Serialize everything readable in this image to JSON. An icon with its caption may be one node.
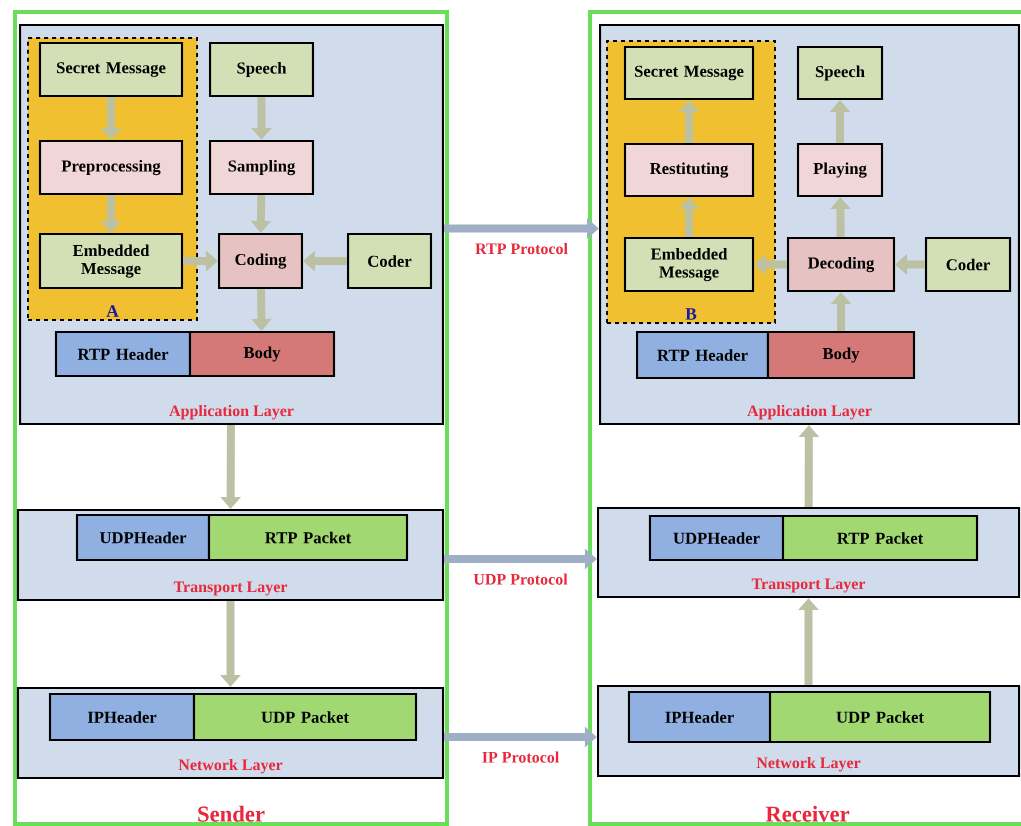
{
  "diagram": {
    "nodes": [
      {
        "text": [
          "Sender"
        ]
      },
      {
        "text": [
          "Application Layer"
        ],
        "in": 0
      },
      {
        "text": [
          "A"
        ],
        "in": 1
      },
      {
        "text": [
          "Secret Message"
        ],
        "in": 2
      },
      {
        "text": [
          "Preprocessing"
        ],
        "in": 2
      },
      {
        "text": [
          "Embedded Message"
        ],
        "in": 2
      },
      {
        "text": [
          "Speech"
        ],
        "in": 1
      },
      {
        "text": [
          "Sampling"
        ],
        "in": 1
      },
      {
        "text": [
          "Coding"
        ],
        "in": 1
      },
      {
        "text": [
          "Coder"
        ],
        "in": 1
      },
      {
        "text": [
          "RTP Header"
        ],
        "in": 1
      },
      {
        "text": [
          "Body"
        ],
        "in": 1
      },
      {
        "text": [
          "Transport Layer"
        ],
        "in": 0
      },
      {
        "text": [
          "UDPHeader"
        ],
        "in": 12
      },
      {
        "text": [
          "RTP Packet"
        ],
        "in": 12
      },
      {
        "text": [
          "Network Layer"
        ],
        "in": 0
      },
      {
        "text": [
          "IPHeader"
        ],
        "in": 15
      },
      {
        "text": [
          "UDP Packet"
        ],
        "in": 15
      },
      {
        "text": [
          "Receiver"
        ]
      },
      {
        "text": [
          "Application Layer"
        ],
        "in": 18
      },
      {
        "text": [
          "B"
        ],
        "in": 19
      },
      {
        "text": [
          "Secret Message"
        ],
        "in": 20
      },
      {
        "text": [
          "Restituting"
        ],
        "in": 20
      },
      {
        "text": [
          "Embedded Message"
        ],
        "in": 20
      },
      {
        "text": [
          "Speech"
        ],
        "in": 19
      },
      {
        "text": [
          "Playing"
        ],
        "in": 19
      },
      {
        "text": [
          "Decoding"
        ],
        "in": 19
      },
      {
        "text": [
          "Coder"
        ],
        "in": 19
      },
      {
        "text": [
          "RTP Header"
        ],
        "in": 19
      },
      {
        "text": [
          "Body"
        ],
        "in": 19
      },
      {
        "text": [
          "Transport Layer"
        ],
        "in": 18
      },
      {
        "text": [
          "UDPHeader"
        ],
        "in": 30
      },
      {
        "text": [
          "RTP Packet"
        ],
        "in": 30
      },
      {
        "text": [
          "Network Layer"
        ],
        "in": 18
      },
      {
        "text": [
          "IPHeader"
        ],
        "in": 33
      },
      {
        "text": [
          "UDP Packet"
        ],
        "in": 33
      }
    ],
    "edges": [
      {
        "from": 3,
        "to": 4,
        "arrow": "to"
      },
      {
        "from": 4,
        "to": 5,
        "arrow": "to"
      },
      {
        "from": 5,
        "to": 8,
        "arrow": "to"
      },
      {
        "from": 6,
        "to": 7,
        "arrow": "to"
      },
      {
        "from": 7,
        "to": 8,
        "arrow": "to"
      },
      {
        "from": 9,
        "to": 8,
        "arrow": "to"
      },
      {
        "from": 8,
        "to": 11,
        "arrow": "to"
      },
      {
        "from": 1,
        "to": 12,
        "arrow": "to"
      },
      {
        "from": 12,
        "to": 15,
        "arrow": "to"
      },
      {
        "from": 23,
        "to": 22,
        "arrow": "to"
      },
      {
        "from": 22,
        "to": 21,
        "arrow": "to"
      },
      {
        "from": 26,
        "to": 23,
        "arrow": "to"
      },
      {
        "from": 26,
        "to": 25,
        "arrow": "to"
      },
      {
        "from": 25,
        "to": 24,
        "arrow": "to"
      },
      {
        "from": 27,
        "to": 26,
        "arrow": "to"
      },
      {
        "from": 29,
        "to": 26,
        "arrow": "to"
      },
      {
        "from": 30,
        "to": 19,
        "arrow": "to"
      },
      {
        "from": 33,
        "to": 30,
        "arrow": "to"
      },
      {
        "from": 1,
        "to": 19,
        "arrow": "to",
        "label": "RTP Protocol"
      },
      {
        "from": 12,
        "to": 30,
        "arrow": "to",
        "label": "UDP Protocol"
      },
      {
        "from": 15,
        "to": 33,
        "arrow": "to",
        "label": "IP Protocol"
      }
    ]
  }
}
